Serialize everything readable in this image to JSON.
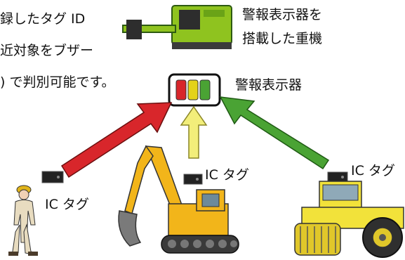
{
  "description_lines": [
    "録したタグ ID",
    "近対象をブザー",
    ") で判別可能です。"
  ],
  "heavy_machine_label": [
    "警報表示器を",
    "搭載した重機"
  ],
  "alarm_display_label": "警報表示器",
  "alarm_light_colors": [
    "#d8262b",
    "#e4d21a",
    "#4aa334"
  ],
  "tags": {
    "worker": "IC タグ",
    "excavator": "IC タグ",
    "roller": "IC タグ"
  },
  "arrow_colors": {
    "left": "#d8262b",
    "center": "#f2ee7a",
    "right": "#4aa334"
  },
  "icons": {
    "machine": "heavy-machine-icon",
    "worker": "worker-icon",
    "excavator": "excavator-icon",
    "roller": "road-roller-icon",
    "tag": "ic-tag-icon"
  }
}
